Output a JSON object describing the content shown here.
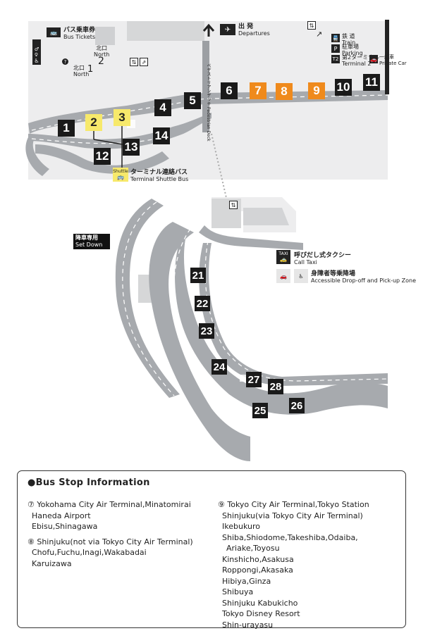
{
  "labels": {
    "bus_tickets_jp": "バス乗車券",
    "bus_tickets_en": "Bus Tickets",
    "north2_jp": "北口",
    "north2_en": "North",
    "north2_num": "2",
    "north1_jp": "北口",
    "north1_en": "North",
    "north1_num": "1",
    "departures_jp": "出 発",
    "departures_en": "Departures",
    "train_jp": "鉄 道",
    "train_en": "Train",
    "parking_jp": "駐車場",
    "parking_en": "Parking",
    "terminal2_jp": "第2ターミナル",
    "terminal2_en": "Terminal 2",
    "t2_badge": "T2",
    "private_car_jp": "一般車",
    "private_car_en": "Private Car",
    "deck_jp": "ペデストリアンデッキ",
    "deck_en": "Pedestrian Deck",
    "shuttle_badge": "Shuttle",
    "shuttle_jp": "ターミナル連絡バス",
    "shuttle_en": "Terminal Shuttle Bus",
    "setdown_jp": "降車専用",
    "setdown_en": "Set Down Only",
    "taxi_badge": "TAXI",
    "call_taxi_jp": "呼びだし式タクシー",
    "call_taxi_en": "Call Taxi",
    "accessible_jp": "身障者等乗降場",
    "accessible_en": "Accessible Drop-off and Pick-up Zone"
  },
  "stops": [
    {
      "num": "1",
      "style": "black"
    },
    {
      "num": "2",
      "style": "yellow"
    },
    {
      "num": "3",
      "style": "yellow"
    },
    {
      "num": "4",
      "style": "black"
    },
    {
      "num": "5",
      "style": "black"
    },
    {
      "num": "6",
      "style": "black"
    },
    {
      "num": "7",
      "style": "orange"
    },
    {
      "num": "8",
      "style": "orange"
    },
    {
      "num": "9",
      "style": "orange"
    },
    {
      "num": "10",
      "style": "black"
    },
    {
      "num": "11",
      "style": "black"
    },
    {
      "num": "12",
      "style": "black"
    },
    {
      "num": "13",
      "style": "black"
    },
    {
      "num": "14",
      "style": "black"
    },
    {
      "num": "21",
      "style": "black"
    },
    {
      "num": "22",
      "style": "black"
    },
    {
      "num": "23",
      "style": "black"
    },
    {
      "num": "24",
      "style": "black"
    },
    {
      "num": "25",
      "style": "black"
    },
    {
      "num": "26",
      "style": "black"
    },
    {
      "num": "27",
      "style": "black"
    },
    {
      "num": "28",
      "style": "black"
    }
  ],
  "info": {
    "title": "●Bus Stop Information",
    "left": [
      {
        "lines": [
          "⑦ Yokohama City Air Terminal,Minatomirai",
          "Haneda Airport",
          "Ebisu,Shinagawa"
        ]
      },
      {
        "lines": [
          "⑧ Shinjuku(not via Tokyo City Air Terminal)",
          "Chofu,Fuchu,Inagi,Wakabadai",
          "Karuizawa"
        ]
      }
    ],
    "right": [
      {
        "lines": [
          "⑨ Tokyo City Air Terminal,Tokyo Station",
          "Shinjuku(via Tokyo City Air Terminal)",
          "Ikebukuro",
          "Shiba,Shiodome,Takeshiba,Odaiba,",
          "Ariake,Toyosu",
          "Kinshicho,Asakusa",
          "Roppongi,Akasaka",
          "Hibiya,Ginza",
          "Shibuya",
          "Shinjuku Kabukicho",
          "Tokyo Disney Resort",
          "Shin-urayasu"
        ]
      }
    ]
  },
  "colors": {
    "road": "#a7aaae",
    "building": "#ededee",
    "stop_black": "#1a1a1a",
    "stop_yellow": "#f7e96b",
    "stop_orange": "#ef8a1c"
  }
}
